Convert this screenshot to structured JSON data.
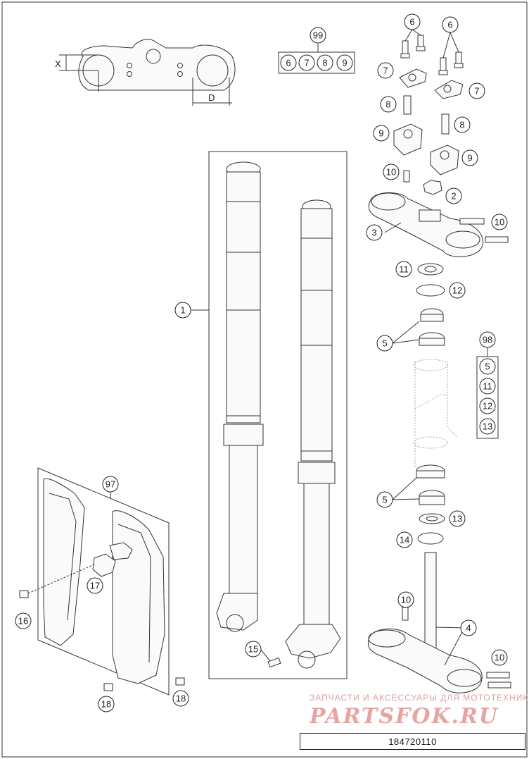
{
  "dimension_labels": {
    "x": "X",
    "d": "D"
  },
  "kits": {
    "k99": {
      "label": "99",
      "items": [
        "6",
        "7",
        "8",
        "9"
      ]
    },
    "k98": {
      "label": "98",
      "items": [
        "5",
        "11",
        "12",
        "13"
      ]
    },
    "k97": {
      "label": "97"
    }
  },
  "callouts": {
    "c1": "1",
    "c2": "2",
    "c3": "3",
    "c4": "4",
    "c5a": "5",
    "c5b": "5",
    "c6a": "6",
    "c6b": "6",
    "c7a": "7",
    "c7b": "7",
    "c8a": "8",
    "c8b": "8",
    "c9a": "9",
    "c9b": "9",
    "c10a": "10",
    "c10b": "10",
    "c10c": "10",
    "c10d": "10",
    "c11": "11",
    "c12": "12",
    "c13": "13",
    "c14": "14",
    "c15": "15",
    "c16": "16",
    "c17": "17",
    "c18a": "18",
    "c18b": "18"
  },
  "watermark": {
    "line1": "ЗАПЧАСТИ И АКСЕССУАРЫ ДЛЯ МОТОТЕХНИКИ",
    "line2": "PARTSFOK.RU"
  },
  "diagram_number": "184720110"
}
